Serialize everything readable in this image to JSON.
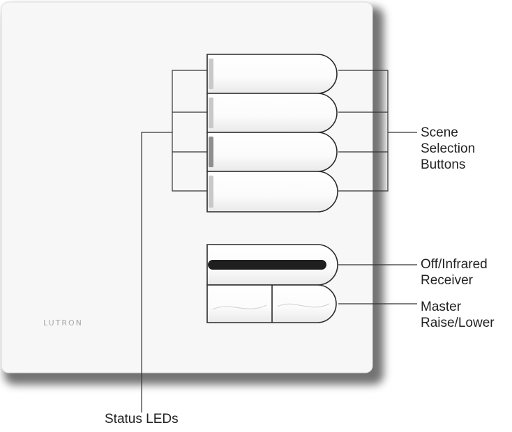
{
  "brand": "LUTRON",
  "labels": {
    "scene": [
      "Scene",
      "Selection",
      "Buttons"
    ],
    "off_ir": [
      "Off/Infrared",
      "Receiver"
    ],
    "master": [
      "Master",
      "Raise/Lower"
    ],
    "status_leds": "Status LEDs"
  },
  "scene_buttons": [
    {
      "name": "scene-button-1",
      "led_lit": false
    },
    {
      "name": "scene-button-2",
      "led_lit": false
    },
    {
      "name": "scene-button-3",
      "led_lit": true
    },
    {
      "name": "scene-button-4",
      "led_lit": false
    }
  ],
  "colors": {
    "plate": "#f7f7f7",
    "plate_shadow": "#5c5c5c",
    "line": "#333333",
    "ir_bar": "#1f1f1f",
    "led_lit": "#8e8e8e",
    "led_unlit": "#c8c8c8"
  }
}
